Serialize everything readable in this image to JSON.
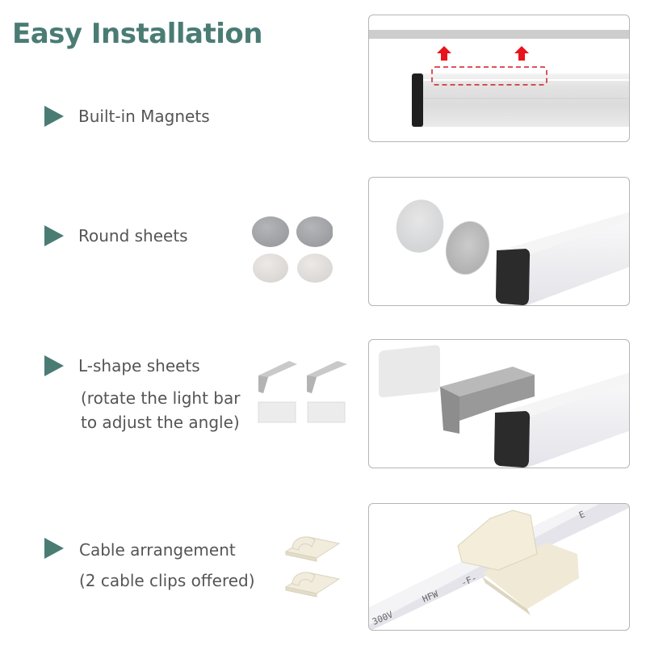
{
  "header": {
    "title": "Easy Installation"
  },
  "colors": {
    "accent": "#4a7c74",
    "text": "#555555",
    "panel_border": "#b5b5b5",
    "arrow_red": "#e8141b"
  },
  "features": [
    {
      "label": "Built-in Magnets",
      "sub_lines": [],
      "icon": "play-triangle-icon",
      "panel_image": "magnet-bar-illustration"
    },
    {
      "label": "Round sheets",
      "sub_lines": [],
      "icon": "play-triangle-icon",
      "thumbnail": "round-sheets",
      "panel_image": "round-sheets-with-bar-illustration"
    },
    {
      "label": "L-shape sheets",
      "sub_lines": [
        "(rotate the light bar",
        "to adjust the angle)"
      ],
      "icon": "play-triangle-icon",
      "thumbnail": "l-shape-sheets",
      "panel_image": "l-shape-sheet-with-bar-illustration"
    },
    {
      "label": "Cable arrangement",
      "sub_lines": [
        "(2 cable clips offered)"
      ],
      "icon": "play-triangle-icon",
      "thumbnail": "cable-clips",
      "panel_image": "cable-clip-illustration"
    }
  ],
  "cable_print": {
    "segment1": "300V",
    "segment2": "HFW",
    "segment3": "-F-",
    "segment4": "E"
  }
}
